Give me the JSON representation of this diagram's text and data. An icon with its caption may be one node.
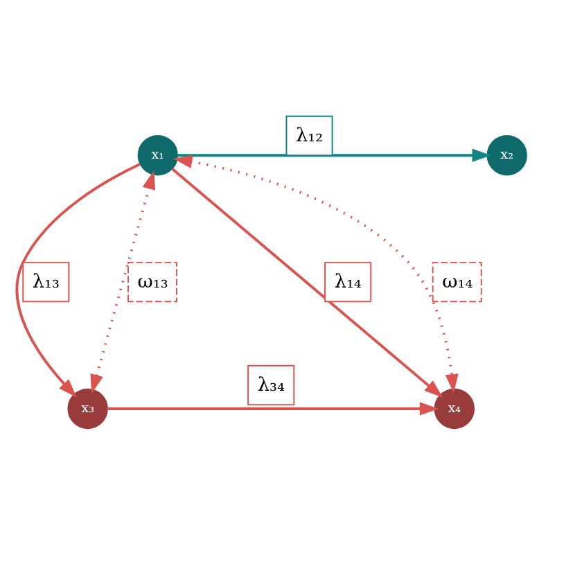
{
  "diagram": {
    "nodes": [
      {
        "text": [
          "x₁"
        ]
      },
      {
        "text": [
          "x₂"
        ]
      },
      {
        "text": [
          "x₃"
        ]
      },
      {
        "text": [
          "x₄"
        ]
      }
    ],
    "edges": [
      {
        "from": 0,
        "to": 1,
        "arrow": "to",
        "label": "λ₁₂",
        "color": "#138484"
      },
      {
        "from": 0,
        "to": 2,
        "arrow": "to",
        "label": "λ₁₃"
      },
      {
        "from": 0,
        "to": 3,
        "arrow": "to",
        "label": "λ₁₄"
      },
      {
        "from": 2,
        "to": 3,
        "arrow": "to",
        "label": "λ₃₄"
      },
      {
        "from": 0,
        "to": 2,
        "arrow": "both",
        "label": "ω₁₃",
        "style": "dashed"
      },
      {
        "from": 0,
        "to": 3,
        "arrow": "both",
        "label": "ω₁₄",
        "style": "dashed"
      }
    ]
  }
}
